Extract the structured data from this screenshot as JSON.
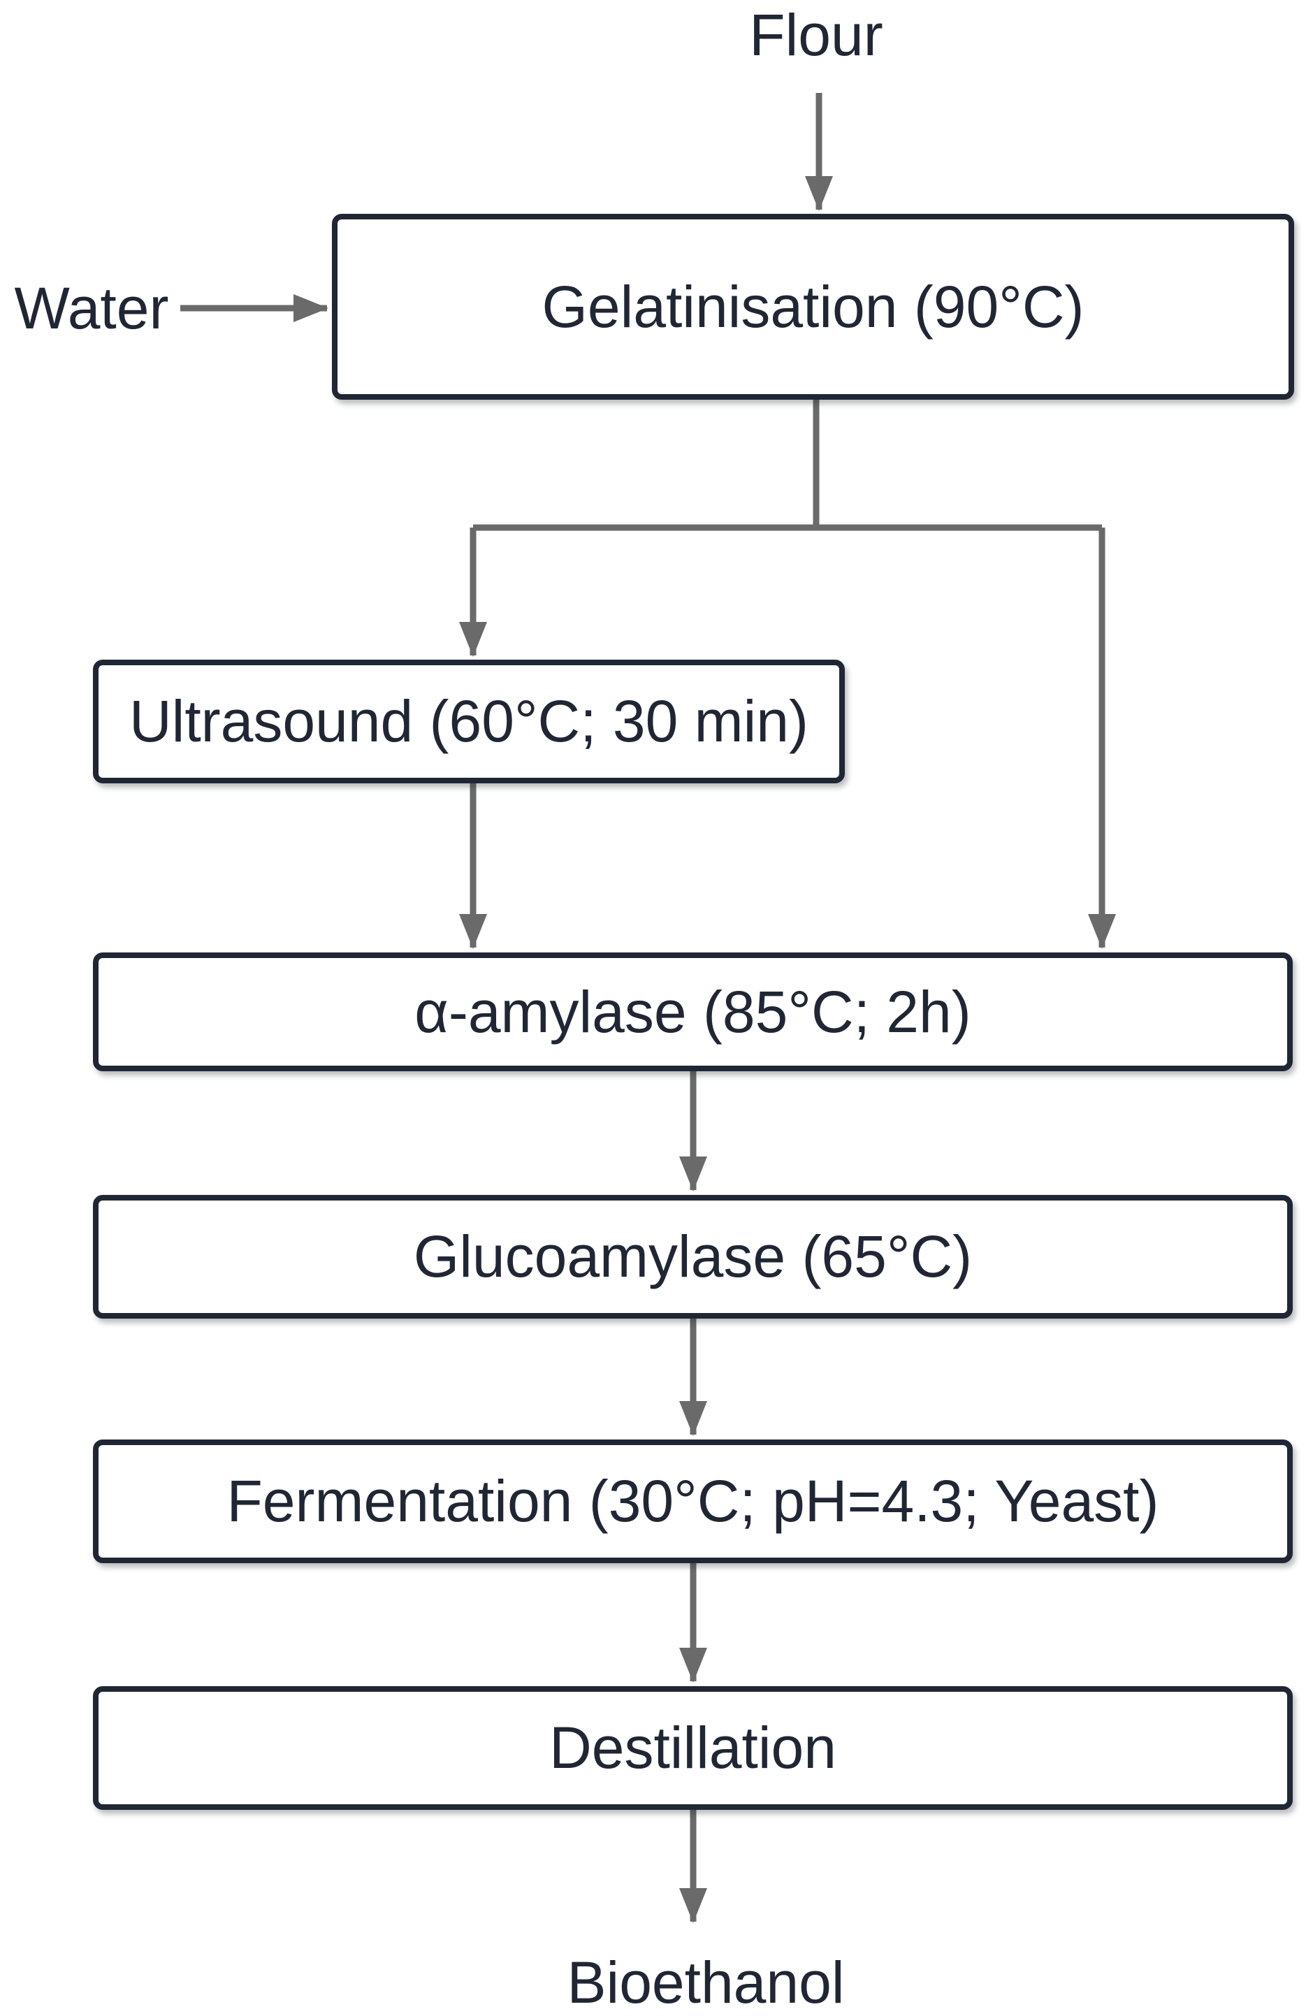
{
  "diagram": {
    "title_implicit": "Bioethanol production flowchart",
    "inputs": {
      "flour": "Flour",
      "water": "Water"
    },
    "nodes": [
      {
        "id": "gelatinisation",
        "label": "Gelatinisation (90°C)"
      },
      {
        "id": "ultrasound",
        "label": "Ultrasound (60°C; 30 min)"
      },
      {
        "id": "alpha_amylase",
        "label": "α-amylase (85°C; 2h)"
      },
      {
        "id": "glucoamylase",
        "label": "Glucoamylase (65°C)"
      },
      {
        "id": "fermentation",
        "label": "Fermentation (30°C; pH=4.3; Yeast)"
      },
      {
        "id": "destillation",
        "label": "Destillation"
      }
    ],
    "output": {
      "bioethanol": "Bioethanol"
    },
    "colors": {
      "box_border": "#202633",
      "text": "#202633",
      "arrow": "#6a6a6a",
      "background": "#ffffff"
    }
  }
}
